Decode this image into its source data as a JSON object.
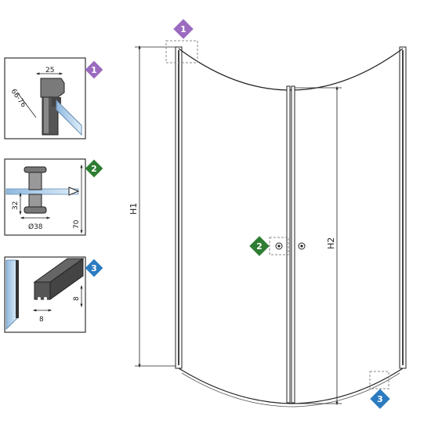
{
  "colors": {
    "badge_1": "#9b6bbf",
    "badge_2": "#2e7d32",
    "badge_3": "#2b7bc0",
    "frame": "#333333",
    "glass": "#cfe3f2"
  },
  "details": [
    {
      "badge": "1",
      "dims": [
        "25",
        "66-76"
      ]
    },
    {
      "badge": "2",
      "dims": [
        "32",
        "Ø38",
        "70"
      ]
    },
    {
      "badge": "3",
      "dims": [
        "8",
        "8"
      ]
    }
  ],
  "main": {
    "h1_label": "H1",
    "h2_label": "H2",
    "callouts": [
      "1",
      "2",
      "3"
    ]
  }
}
